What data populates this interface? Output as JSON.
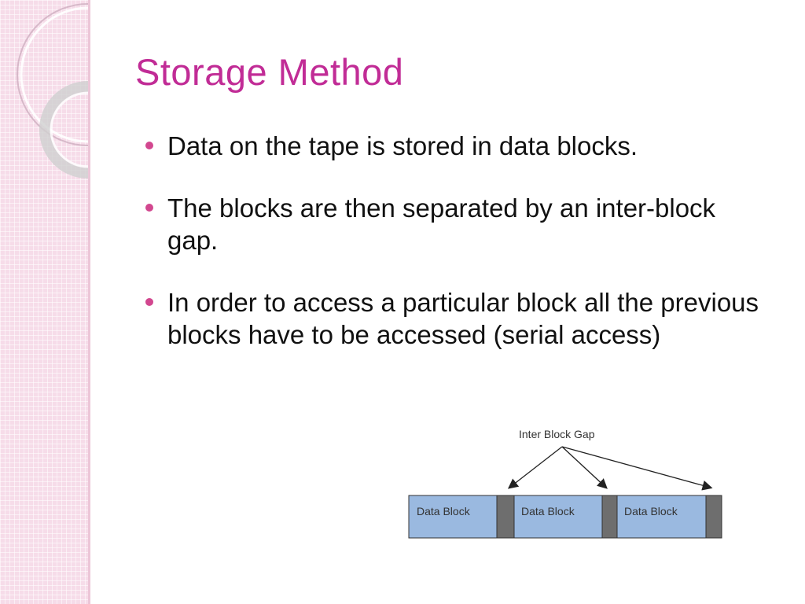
{
  "slide": {
    "title": "Storage Method",
    "bullets": [
      "Data on the tape is stored in data blocks.",
      "The blocks are then separated by an inter-block gap.",
      "In order to access a particular block all the previous blocks have to be accessed (serial access)"
    ]
  },
  "diagram": {
    "gap_label": "Inter Block Gap",
    "blocks": [
      "Data Block",
      "Data Block",
      "Data Block"
    ]
  },
  "colors": {
    "title": "#c12c96",
    "bullet": "#d2478f",
    "block_fill": "#9ab9e0",
    "gap_fill": "#6e6e6e"
  }
}
